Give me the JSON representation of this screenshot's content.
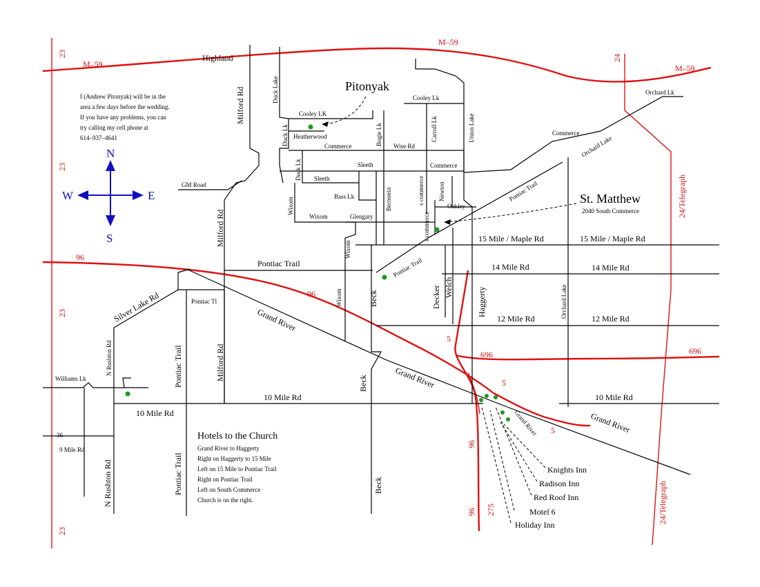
{
  "highways": {
    "m59_left": "M–59",
    "m59_center": "M–59",
    "m59_right": "M–59",
    "i96_left": "96",
    "i96_mid": "96",
    "i96_south": "96",
    "i696_mid": "696",
    "i696_right": "696",
    "i275": "275",
    "i5_a": "5",
    "i5_b": "5",
    "i5_c": "5",
    "us23_1": "23",
    "us23_2": "23",
    "us23_3": "23",
    "us23_4": "23",
    "m24": "24",
    "telegraph_n": "24/Telegraph",
    "telegraph_s": "24/Telegraph"
  },
  "roads": {
    "highland": "Highland",
    "milford_n": "Milford Rd",
    "milford_mid": "Milford Rd",
    "milford_s": "Milford Rd",
    "duck_lake_1": "Duck Lake",
    "duck_lk_2": "Duck Lk",
    "duck_lk_3": "Duck Lk",
    "cooley_lk_w": "Cooley LK",
    "cooley_lk_e": "Cooley Lk",
    "heatherwood": "Heatherwood",
    "commerce_1": "Commerce",
    "commerce_2": "Commerce",
    "commerce_3": "Commerce",
    "bogie_lk": "Bogie Lk",
    "wise_rd": "Wise Rd",
    "carroll_lk": "Carroll Lk",
    "union_lake": "Union Lake",
    "orchard_lk_ne": "Orchard Lk",
    "orchard_lake_diag": "Orchard Lake",
    "orchard_lake_s": "Orchard Lake",
    "sleeth_1": "Sleeth",
    "sleeth_2": "Sleeth",
    "gm_road": "GM Road",
    "bass_lk": "Bass Lk",
    "bernstein": "Bernstein",
    "s_commerce_1": "s commerce",
    "s_commerce_2": "s commerce",
    "newton": "Newton",
    "oakley": "Oakley",
    "pontiac_trail_ne": "Pontiac Trail",
    "wixom_1": "Wixom",
    "wixom_2": "Wixom",
    "wixom_3": "Wixom",
    "wixom_4": "Wixom",
    "glengary": "Glengary",
    "fifteen_mile_1": "15 Mile / Maple Rd",
    "fifteen_mile_2": "15 Mile / Maple Rd",
    "pontiac_trail_w": "Pontiac Trail",
    "pontiac_trail_diag": "Pontiac Trail",
    "fourteen_mile_1": "14 Mile Rd",
    "fourteen_mile_2": "14 Mile Rd",
    "silver_lake": "Silver Lake Rd",
    "pontiac_tl": "Pontiac Tl",
    "grand_river_1": "Grand River",
    "grand_river_2": "Grand River",
    "grand_river_3": "Grand River",
    "grand_river_4": "Grand River",
    "beck_1": "Beck",
    "beck_2": "Beck",
    "beck_3": "Beck",
    "decker": "Decker",
    "welch": "Welch",
    "haggerty": "Haggerty",
    "twelve_mile_1": "12 Mile Rd",
    "twelve_mile_2": "12 Mile Rd",
    "n_rushton_1": "N Rushton Rd",
    "n_rushton_2": "N Rushton Rd",
    "williams_lk": "Williams Lk",
    "pontiac_trail_s1": "Pontiac Trail",
    "pontiac_trail_s2": "Pontiac Trail",
    "ten_mile_1": "10 Mile Rd",
    "ten_mile_2": "10 Mile Rd",
    "ten_mile_3": "10 Mile Rd",
    "nine_mile": "9 Mile Rd",
    "exit_36": "36"
  },
  "places": {
    "pitonyak": "Pitonyak",
    "st_matthew": "St. Matthew",
    "st_matthew_address": "2040 South Commerce"
  },
  "note": {
    "lines": [
      "I (Andrew Pitonyak) will be in the",
      "area a few days before the wedding.",
      "If you have any problems, you can",
      "try calling my cell phone at",
      "614–937–4641"
    ]
  },
  "compass": {
    "n": "N",
    "s": "S",
    "e": "E",
    "w": "W"
  },
  "hotels_directions": {
    "title": "Hotels to the Church",
    "lines": [
      "Grand River to Haggerty",
      "Right on Haggerty to 15 Mile",
      "Left on 15 Mile to Pontiac Trail",
      "Right on Pontiac Trail",
      "Left on South Commerce",
      "Church is on the right."
    ]
  },
  "hotels": {
    "knights": "Knights Inn",
    "radison": "Radison Inn",
    "red_roof": "Red Roof Inn",
    "motel6": "Motel 6",
    "holiday": "Holiday Inn"
  },
  "colors": {
    "highway": "#e01010",
    "road": "#000000",
    "compass": "#1010c0",
    "marker": "#1a9a1a"
  }
}
